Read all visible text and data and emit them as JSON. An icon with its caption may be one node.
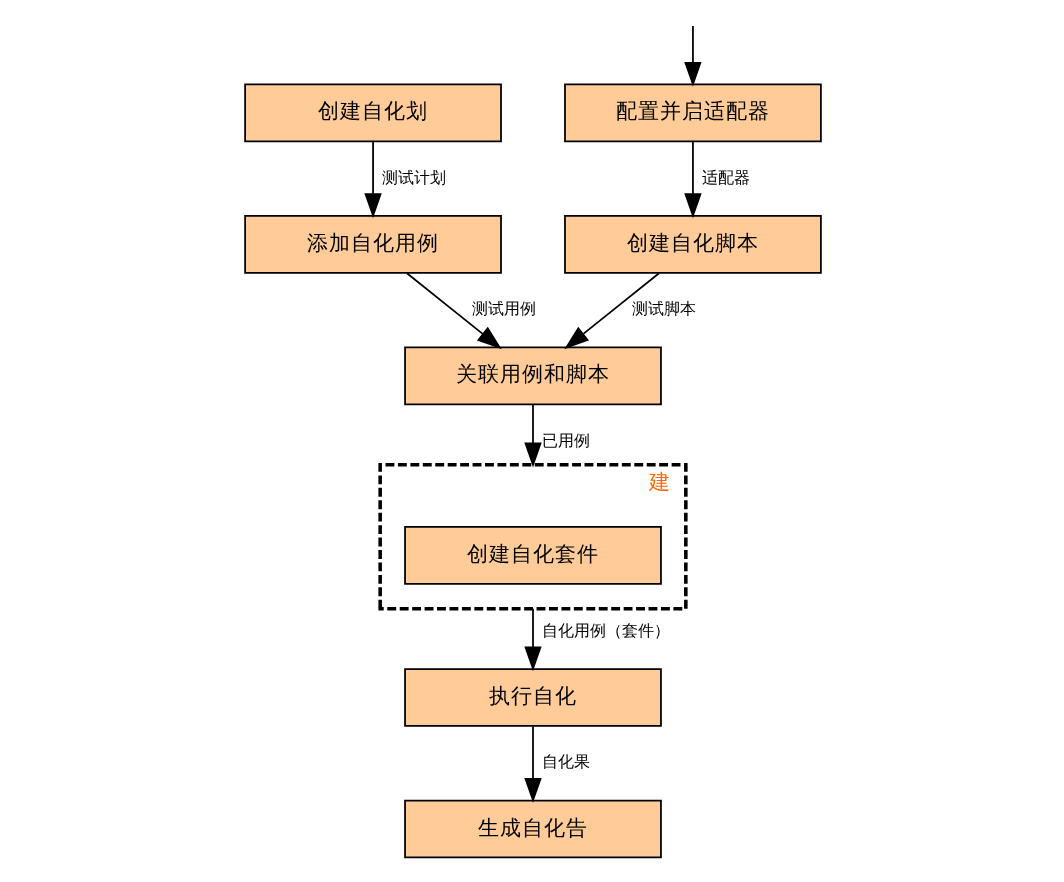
{
  "diagram": {
    "nodes": [
      {
        "text": [
          "配置并启适配器"
        ]
      },
      {
        "text": [
          "创建自化脚本"
        ]
      },
      {
        "text": [
          "创建自化划"
        ]
      },
      {
        "text": [
          "添加自化用例"
        ]
      },
      {
        "text": [
          "关联用例和脚本"
        ]
      },
      {
        "text": [
          "建"
        ]
      },
      {
        "text": [
          "创建自化套件"
        ],
        "in": 5
      },
      {
        "text": [
          "执行自化"
        ]
      },
      {
        "text": [
          "生成自化告"
        ]
      }
    ],
    "edges": [
      {
        "from": null,
        "to": 0,
        "arrow": "to"
      },
      {
        "from": 0,
        "to": 1,
        "arrow": "to",
        "label": "适配器"
      },
      {
        "from": 2,
        "to": 3,
        "arrow": "to",
        "label": "测试计划"
      },
      {
        "from": 1,
        "to": 4,
        "arrow": "to",
        "label": "测试脚本"
      },
      {
        "from": 3,
        "to": 4,
        "arrow": "to",
        "label": "测试用例"
      },
      {
        "from": 4,
        "to": 5,
        "arrow": "to",
        "label": "已用例"
      },
      {
        "from": 5,
        "to": 7,
        "arrow": "to",
        "label": "自化用例（套件）"
      },
      {
        "from": 7,
        "to": 8,
        "arrow": "to",
        "label": "自化果"
      }
    ]
  }
}
